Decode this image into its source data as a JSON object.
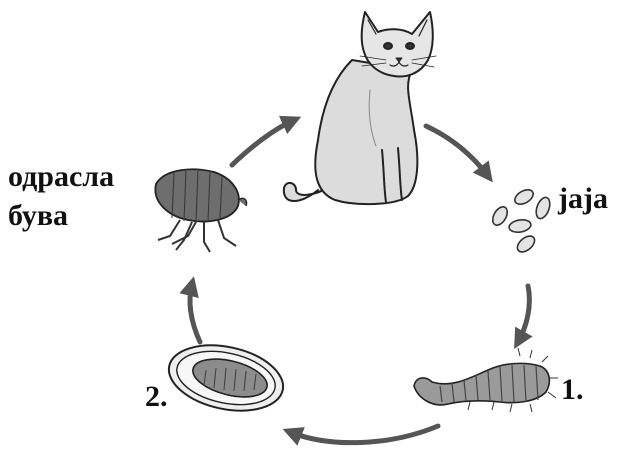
{
  "diagram": {
    "labels": {
      "adult_line1": "одрасла",
      "adult_line2": "бува",
      "eggs": "jaja",
      "larva": "1.",
      "pupa": "2."
    },
    "stages": [
      "cat-host",
      "eggs",
      "larva",
      "pupa",
      "adult-flea"
    ],
    "colors": {
      "ink": "#111111",
      "cat": "#dcdcdc",
      "arrow": "#555555",
      "egg": "#e4e4e4",
      "larva": "#9a9a9a",
      "pupa_case": "#efefef",
      "flea": "#6e6e6e"
    }
  }
}
